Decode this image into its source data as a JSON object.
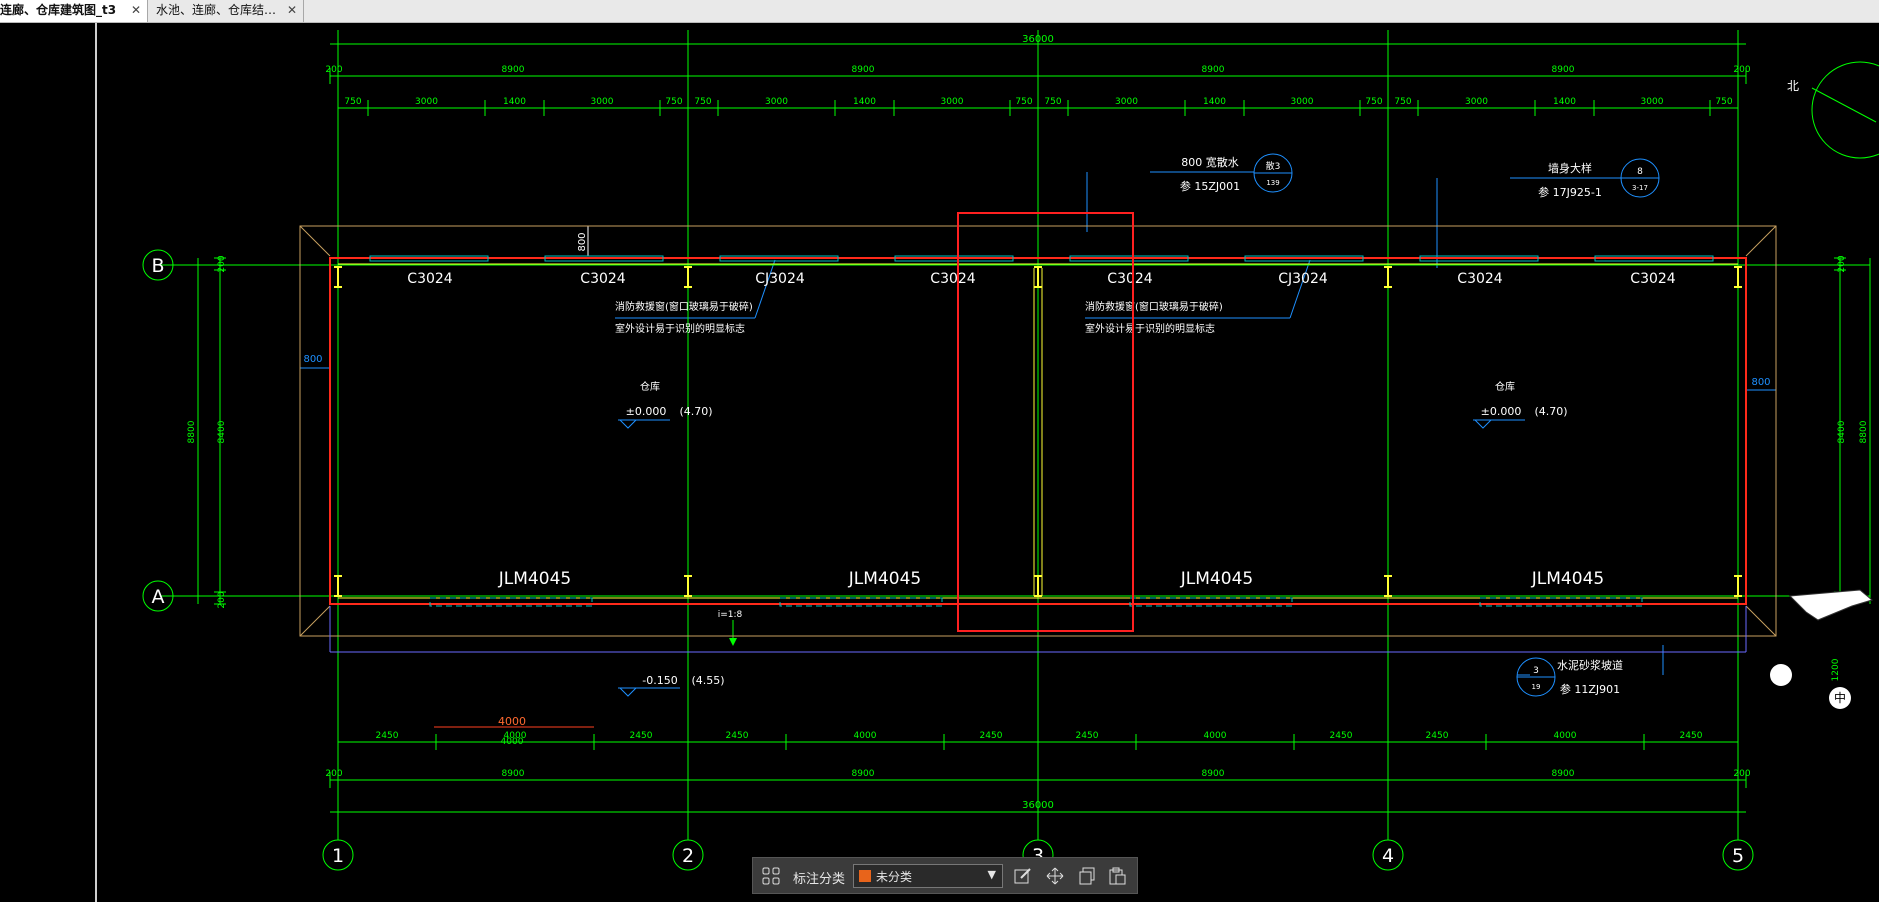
{
  "tabs": [
    {
      "label": "连廊、仓库建筑图_t3",
      "active": true
    },
    {
      "label": "水池、连廊、仓库结…",
      "active": false
    }
  ],
  "colors": {
    "grid": "#00ff00",
    "wall": "#ff2a1a",
    "highlight": "#ff2020",
    "leader": "#1e90ff",
    "text": "#ffffff",
    "door": "#ffff33",
    "eave": "#c8a060"
  },
  "toolbar": {
    "category_label": "标注分类",
    "category_value": "未分类",
    "icons": [
      "grid-icon",
      "edit-icon",
      "move-icon",
      "copy-icon",
      "paste-icon"
    ]
  },
  "drawing": {
    "grid_axes_x": [
      "1",
      "2",
      "3",
      "4",
      "5"
    ],
    "grid_axes_y": [
      "B",
      "A"
    ],
    "dim_total_top": "36000",
    "dim_top_bays": [
      "200",
      "8900",
      "8900",
      "8900",
      "8900",
      "200"
    ],
    "dim_top_details": [
      "750",
      "3000",
      "1400",
      "3000",
      "750",
      "750",
      "3000",
      "1400",
      "3000",
      "750",
      "750",
      "3000",
      "1400",
      "3000",
      "750",
      "750",
      "3000",
      "1400",
      "3000",
      "750"
    ],
    "dim_bottom_details": [
      "2450",
      "4000",
      "2450",
      "2450",
      "4000",
      "2450",
      "2450",
      "4000",
      "2450",
      "2450",
      "4000",
      "2450"
    ],
    "dim_bottom_bays": [
      "200",
      "8900",
      "8900",
      "8900",
      "8900",
      "200"
    ],
    "dim_total_bottom": "36000",
    "dim_left": [
      "200",
      "8400",
      "200"
    ],
    "dim_left_total": "8800",
    "dim_right": [
      "200",
      "8400",
      "200"
    ],
    "dim_right_total": "8800",
    "dim_right_extra": "1200",
    "windows": [
      "C3024",
      "C3024",
      "CJ3024",
      "C3024",
      "C3024",
      "CJ3024",
      "C3024",
      "C3024"
    ],
    "doors": [
      "JLM4045",
      "JLM4045",
      "JLM4045",
      "JLM4045"
    ],
    "rooms": [
      "仓库",
      "仓库"
    ],
    "elevations": [
      "±0.000",
      "±0.000"
    ],
    "elev_notes": [
      "(4.70)",
      "(4.70)"
    ],
    "outdoor_elevation": "-0.150",
    "outdoor_note": "(4.55)",
    "fire_window_notes": [
      "消防救援窗(窗口玻璃易于破碎)",
      "室外设计易于识别的明显标志",
      "消防救援窗(窗口玻璃易于破碎)",
      "室外设计易于识别的明显标志"
    ],
    "callout1": {
      "text": "800 宽散水",
      "ref": "参 15ZJ001",
      "top": "散3",
      "bottom": "139"
    },
    "callout2": {
      "text": "墙身大样",
      "ref": "参 17J925-1",
      "top": "8",
      "bottom": "3-17"
    },
    "callout3": {
      "text": "水泥砂浆坡道",
      "ref": "参 11ZJ901",
      "top": "3",
      "bottom": "19"
    },
    "overhang_left": "800",
    "overhang_right": "800",
    "overhang_top": "800",
    "slope": "i=1:8",
    "red_dim": "4000",
    "red_dim_sub": "4000",
    "north_label": "北",
    "float_badge": "中"
  }
}
